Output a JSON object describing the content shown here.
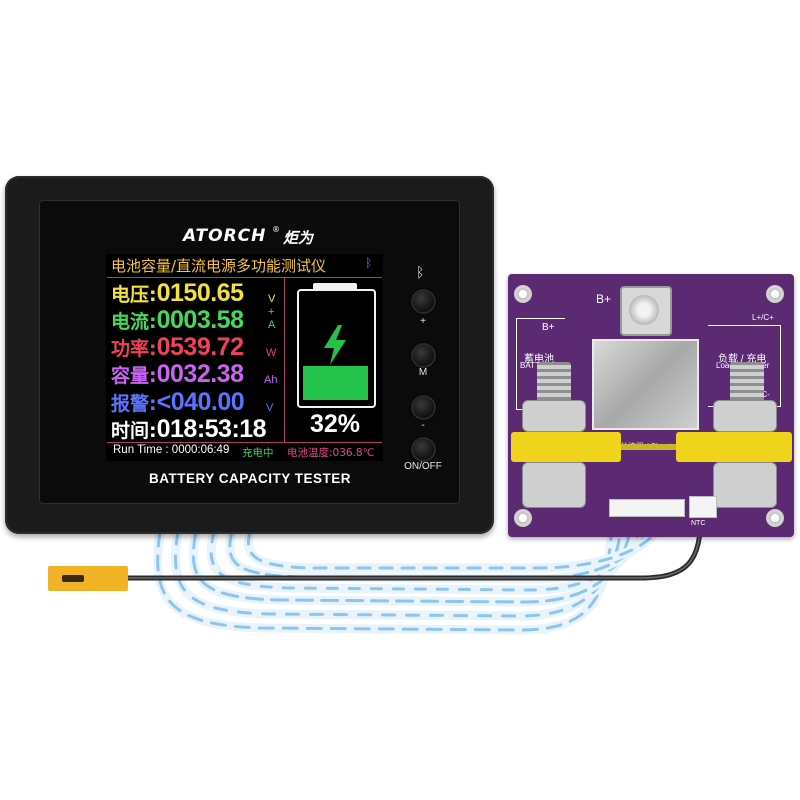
{
  "meter": {
    "brand": "ATORCH",
    "brand_registered": "®",
    "brand_cn": "炬为",
    "footer_label": "BATTERY CAPACITY TESTER",
    "screen": {
      "title": "电池容量/直流电源多功能测试仪",
      "rows": [
        {
          "label": "电压:",
          "value": "0150.65",
          "unit": "V",
          "color": "#f2e23b"
        },
        {
          "label": "电流:",
          "value": "0003.58",
          "unit": "A",
          "color": "#44d95a"
        },
        {
          "label": "功率:",
          "value": "0539.72",
          "unit": "W",
          "color": "#f0435b"
        },
        {
          "label": "容量:",
          "value": "0032.38",
          "unit": "Ah",
          "color": "#c864f0"
        },
        {
          "label": "报警:",
          "value": "<040.00",
          "unit": "V",
          "color": "#5a74ff"
        },
        {
          "label": "时间:",
          "value": "018:53:18",
          "unit": "",
          "color": "#ffffff"
        }
      ],
      "current_sign": "+",
      "battery_percent": "32%",
      "battery_level": 0.32,
      "run_time": "Run Time : 0000:06:49",
      "charging_status": "充电中",
      "temperature": "电池温度:036.8℃"
    },
    "buttons": {
      "bluetooth_icon": "bluetooth-icon",
      "plus": "+",
      "mode": "M",
      "minus": "-",
      "power": "ON/OFF"
    }
  },
  "pcb": {
    "b_plus_top": "B+",
    "b_plus_left": "B+",
    "battery_cn": "蓄电池",
    "battery_en": "BATTERY",
    "load_cn": "负载 / 充电",
    "load_en": "Load / Charger",
    "lc_plus": "L+/C+",
    "lc_minus": "L-/C-",
    "ntc": "NTC",
    "shunt": "分流器 / Shunt"
  },
  "colors": {
    "pcb": "#5b2a73",
    "yellow_clamp": "#f0d31b",
    "cable_blue": "#9fd0f2",
    "probe": "#f2b226"
  }
}
